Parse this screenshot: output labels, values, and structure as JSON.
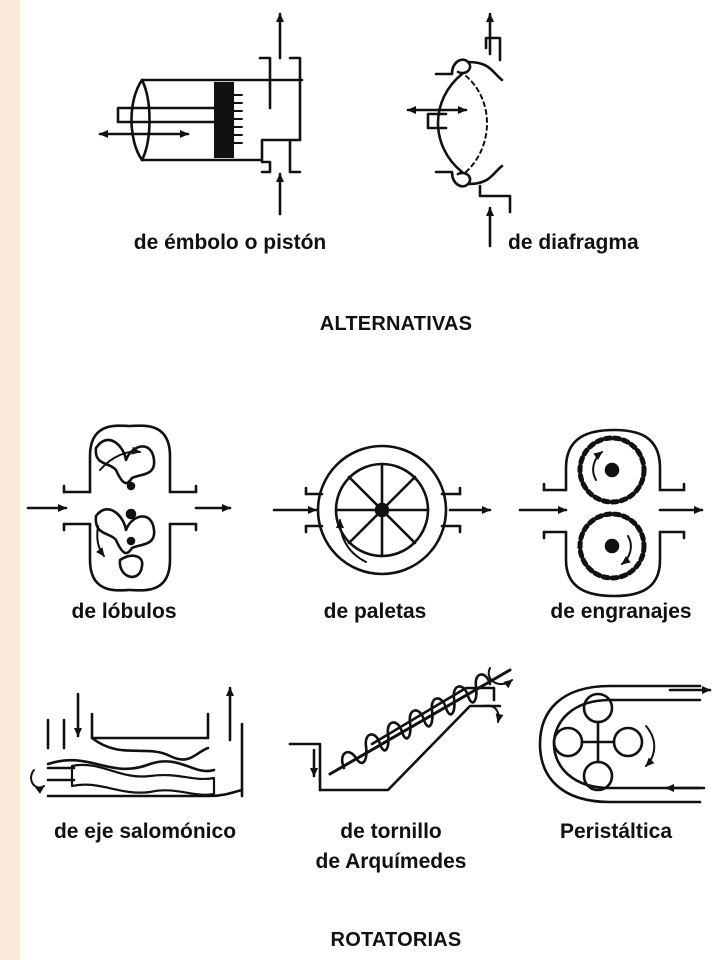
{
  "alternativas": {
    "heading": "ALTERNATIVAS",
    "items": [
      {
        "label": "de émbolo o pistón"
      },
      {
        "label": "de diafragma"
      }
    ]
  },
  "rotatorias": {
    "heading": "ROTATORIAS",
    "items": [
      {
        "label": "de lóbulos"
      },
      {
        "label": "de paletas"
      },
      {
        "label": "de engranajes"
      },
      {
        "label": "de eje salomónico"
      },
      {
        "label_line1": "de tornillo",
        "label_line2": "de Arquímedes"
      },
      {
        "label": "Peristáltica"
      }
    ]
  },
  "colors": {
    "background": "#fbe9d9",
    "panel": "#ffffff",
    "ink": "#111111"
  },
  "icons": [
    "piston-pump-icon",
    "diaphragm-pump-icon",
    "lobe-pump-icon",
    "vane-pump-icon",
    "gear-pump-icon",
    "progressive-cavity-pump-icon",
    "archimedes-screw-pump-icon",
    "peristaltic-pump-icon"
  ]
}
